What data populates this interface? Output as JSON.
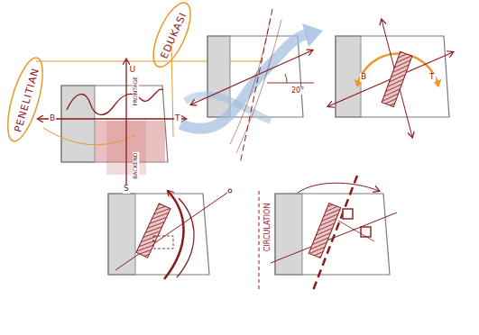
{
  "diagram": {
    "nodes": [
      {
        "text": [
          "EDUKASI"
        ]
      },
      {
        "text": [
          "PENELITIAN"
        ]
      }
    ],
    "labels": [
      "U",
      "FRONTAGE",
      "B",
      "T",
      "BACKEND",
      "S",
      "20°",
      "B",
      "T",
      "CIRCULATION"
    ]
  }
}
